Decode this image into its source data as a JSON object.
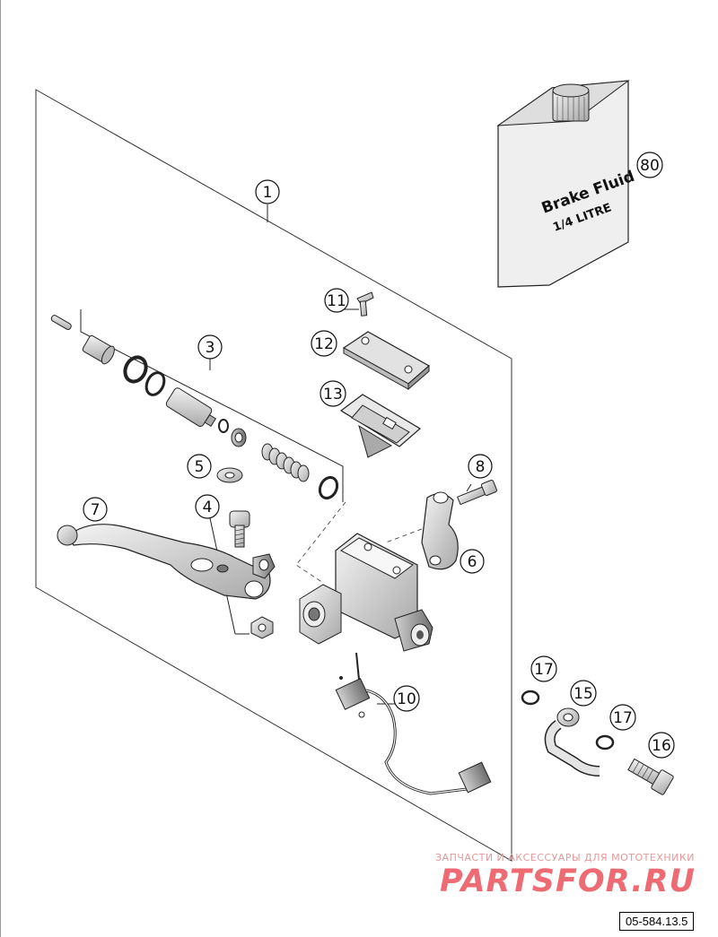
{
  "diagram": {
    "reference_code": "05-584.13.5",
    "brake_fluid_label": "Brake Fluid",
    "brake_fluid_volume": "1/4 LITRE",
    "callouts": [
      {
        "id": "1",
        "label": "1"
      },
      {
        "id": "3",
        "label": "3"
      },
      {
        "id": "4",
        "label": "4"
      },
      {
        "id": "5",
        "label": "5"
      },
      {
        "id": "6",
        "label": "6"
      },
      {
        "id": "7",
        "label": "7"
      },
      {
        "id": "8",
        "label": "8"
      },
      {
        "id": "10",
        "label": "10"
      },
      {
        "id": "11",
        "label": "11"
      },
      {
        "id": "12",
        "label": "12"
      },
      {
        "id": "13",
        "label": "13"
      },
      {
        "id": "15",
        "label": "15"
      },
      {
        "id": "16",
        "label": "16"
      },
      {
        "id": "17a",
        "label": "17"
      },
      {
        "id": "17b",
        "label": "17"
      },
      {
        "id": "80",
        "label": "80"
      }
    ]
  },
  "watermark": {
    "tagline": "ЗАПЧАСТИ И АКСЕССУАРЫ ДЛЯ МОТОТЕХНИКИ",
    "brand": "PARTSFOR.RU"
  },
  "colors": {
    "line": "#1a1a1a",
    "part_fill": "#e6e6e6",
    "part_dark": "#9a9a9a",
    "watermark": "#ee6b73"
  }
}
